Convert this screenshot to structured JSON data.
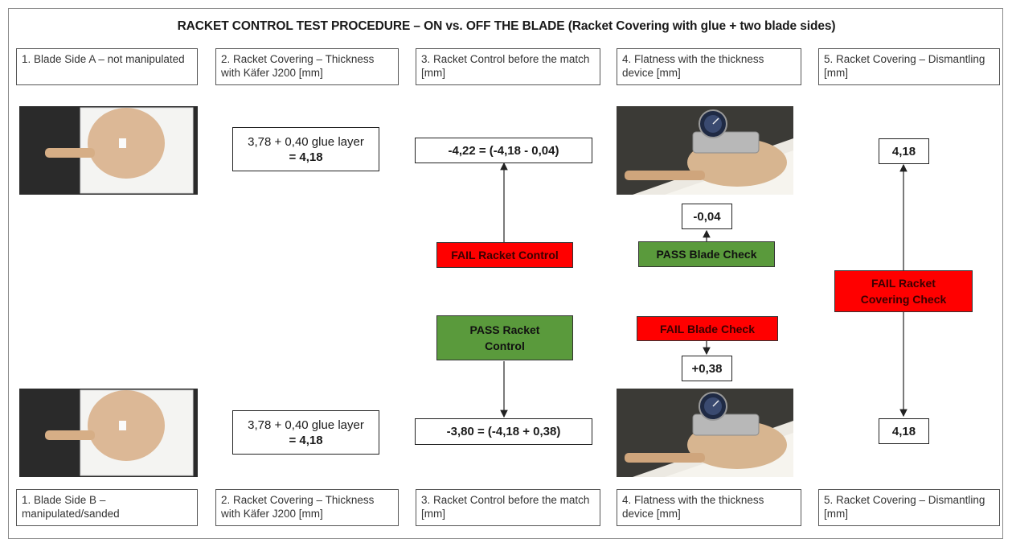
{
  "title": "RACKET CONTROL TEST PROCEDURE – ON vs. OFF THE BLADE (Racket Covering with glue + two blade sides)",
  "headers_top": [
    "1. Blade Side A – not manipulated",
    "2. Racket Covering – Thickness with Käfer J200 [mm]",
    "3. Racket Control before the match [mm]",
    "4. Flatness with the thickness device [mm]",
    "5. Racket Covering – Dismantling [mm]"
  ],
  "headers_bottom": [
    "1. Blade Side B – manipulated/sanded",
    "2. Racket Covering – Thickness with Käfer J200 [mm]",
    "3. Racket Control before the match [mm]",
    "4. Flatness with the thickness device [mm]",
    "5. Racket Covering – Dismantling [mm]"
  ],
  "side_a": {
    "thickness_line1": "3,78 + 0,40 glue layer",
    "thickness_line2": "= 4,18",
    "control": "-4,22 = (-4,18 - 0,04)",
    "flatness": "-0,04",
    "dismantling": "4,18",
    "control_result": "FAIL Racket Control",
    "blade_result": "PASS Blade Check"
  },
  "side_b": {
    "thickness_line1": "3,78 + 0,40 glue layer",
    "thickness_line2": "= 4,18",
    "control": "-3,80 = (-4,18 + 0,38)",
    "flatness": "+0,38",
    "dismantling": "4,18",
    "control_result": "PASS Racket Control",
    "blade_result": "FAIL Blade Check"
  },
  "covering_result": "FAIL Racket Covering Check",
  "colors": {
    "fail": "#ff0000",
    "pass": "#5a9a3c"
  }
}
